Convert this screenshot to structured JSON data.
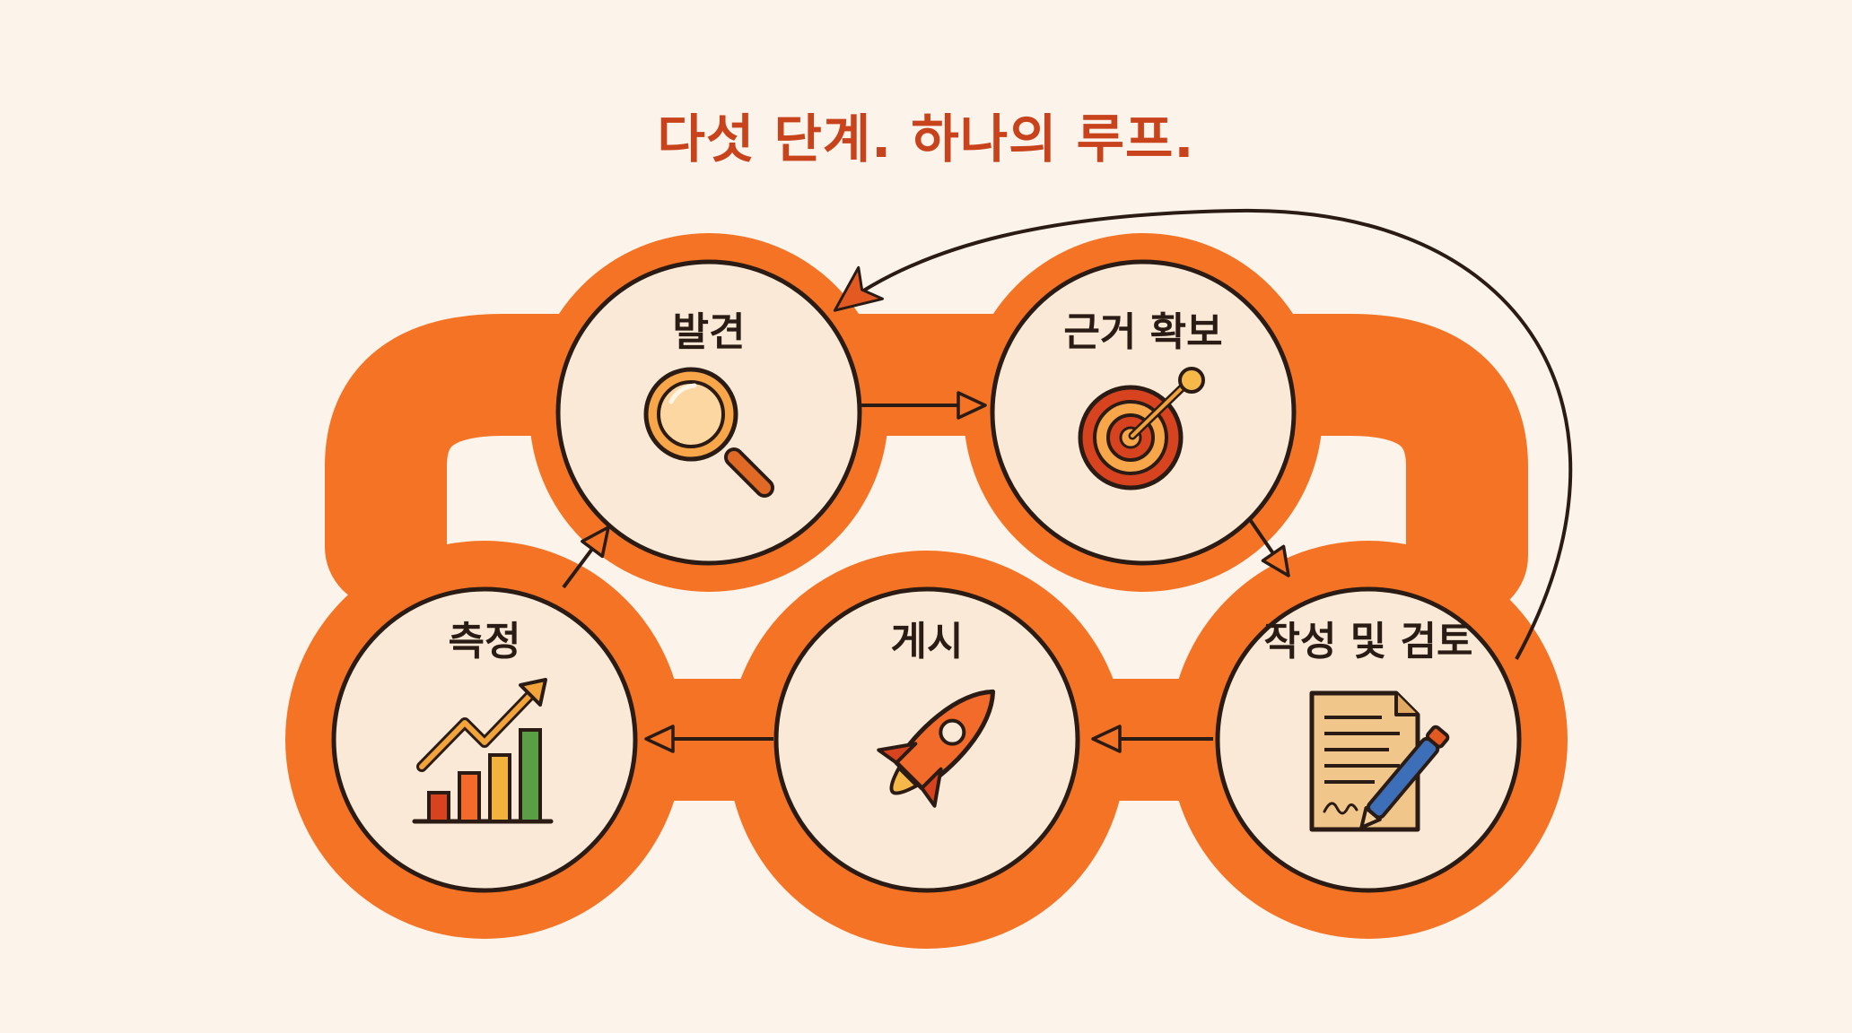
{
  "title": "다섯 단계. 하나의 루프.",
  "colors": {
    "background": "#fcf3ea",
    "loop_band": "#f47324",
    "node_fill": "#f9e9d6",
    "outline": "#2a1b14",
    "title": "#c8421c"
  },
  "steps": [
    {
      "id": "discovery",
      "label": "발견",
      "icon": "magnifying-glass-icon"
    },
    {
      "id": "evidence",
      "label": "근거 확보",
      "icon": "target-icon"
    },
    {
      "id": "write-review",
      "label": "작성 및 검토",
      "icon": "document-pen-icon"
    },
    {
      "id": "publish",
      "label": "게시",
      "icon": "rocket-icon"
    },
    {
      "id": "measure",
      "label": "측정",
      "icon": "growth-chart-icon"
    }
  ],
  "flow": [
    {
      "from": "discovery",
      "to": "evidence"
    },
    {
      "from": "evidence",
      "to": "write-review"
    },
    {
      "from": "write-review",
      "to": "publish"
    },
    {
      "from": "publish",
      "to": "measure"
    },
    {
      "from": "measure",
      "to": "discovery"
    },
    {
      "from": "write-review",
      "to": "discovery",
      "style": "feedback-curve"
    }
  ]
}
